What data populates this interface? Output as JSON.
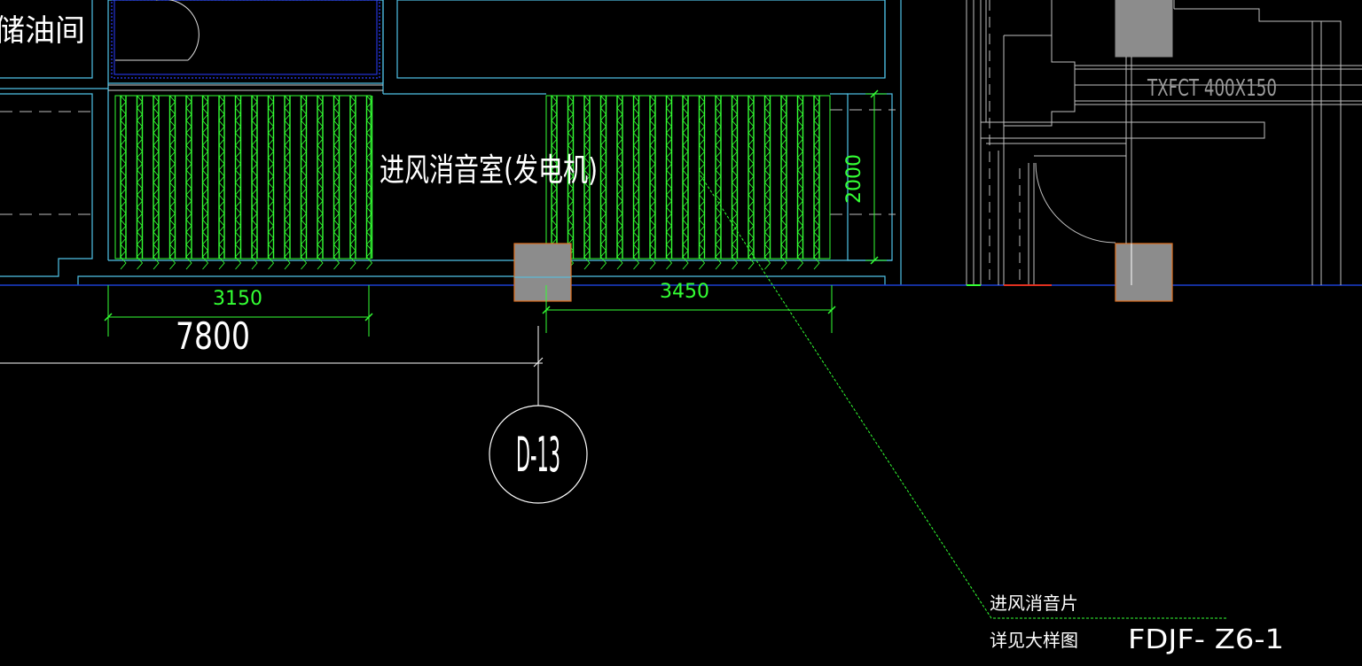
{
  "labels": {
    "room_partial": "储油间",
    "room_main": "进风消音室(发电机)",
    "duct_label": "TXFCT 400X150",
    "dim_3150": "3150",
    "dim_3450": "3450",
    "dim_7800": "7800",
    "dim_2000": "2000",
    "grid_axis": "D-13",
    "note_line1": "进风消音片",
    "note_line2": "详见大样图",
    "drawing_ref": "FDJF- Z6-1"
  },
  "colors": {
    "background": "#000000",
    "wall": "#4fc3e8",
    "baffle": "#33ff33",
    "dimension": "#33ff33",
    "text": "#ffffff",
    "column_fill": "#8c8c8c",
    "column_edge": "#e07020",
    "axis_line": "#1a3fd0",
    "duct": "#bfbfbf"
  }
}
